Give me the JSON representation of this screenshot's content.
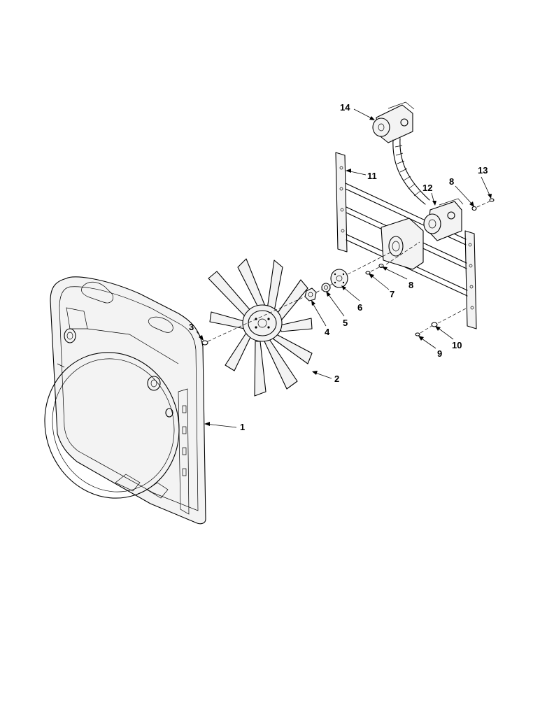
{
  "callouts": [
    {
      "id": "c1",
      "label": "1"
    },
    {
      "id": "c2",
      "label": "2"
    },
    {
      "id": "c3",
      "label": "3"
    },
    {
      "id": "c4",
      "label": "4"
    },
    {
      "id": "c5",
      "label": "5"
    },
    {
      "id": "c6",
      "label": "6"
    },
    {
      "id": "c7",
      "label": "7"
    },
    {
      "id": "c8a",
      "label": "8"
    },
    {
      "id": "c8b",
      "label": "8"
    },
    {
      "id": "c9",
      "label": "9"
    },
    {
      "id": "c10",
      "label": "10"
    },
    {
      "id": "c11",
      "label": "11"
    },
    {
      "id": "c12",
      "label": "12"
    },
    {
      "id": "c13",
      "label": "13"
    },
    {
      "id": "c14",
      "label": "14"
    }
  ]
}
